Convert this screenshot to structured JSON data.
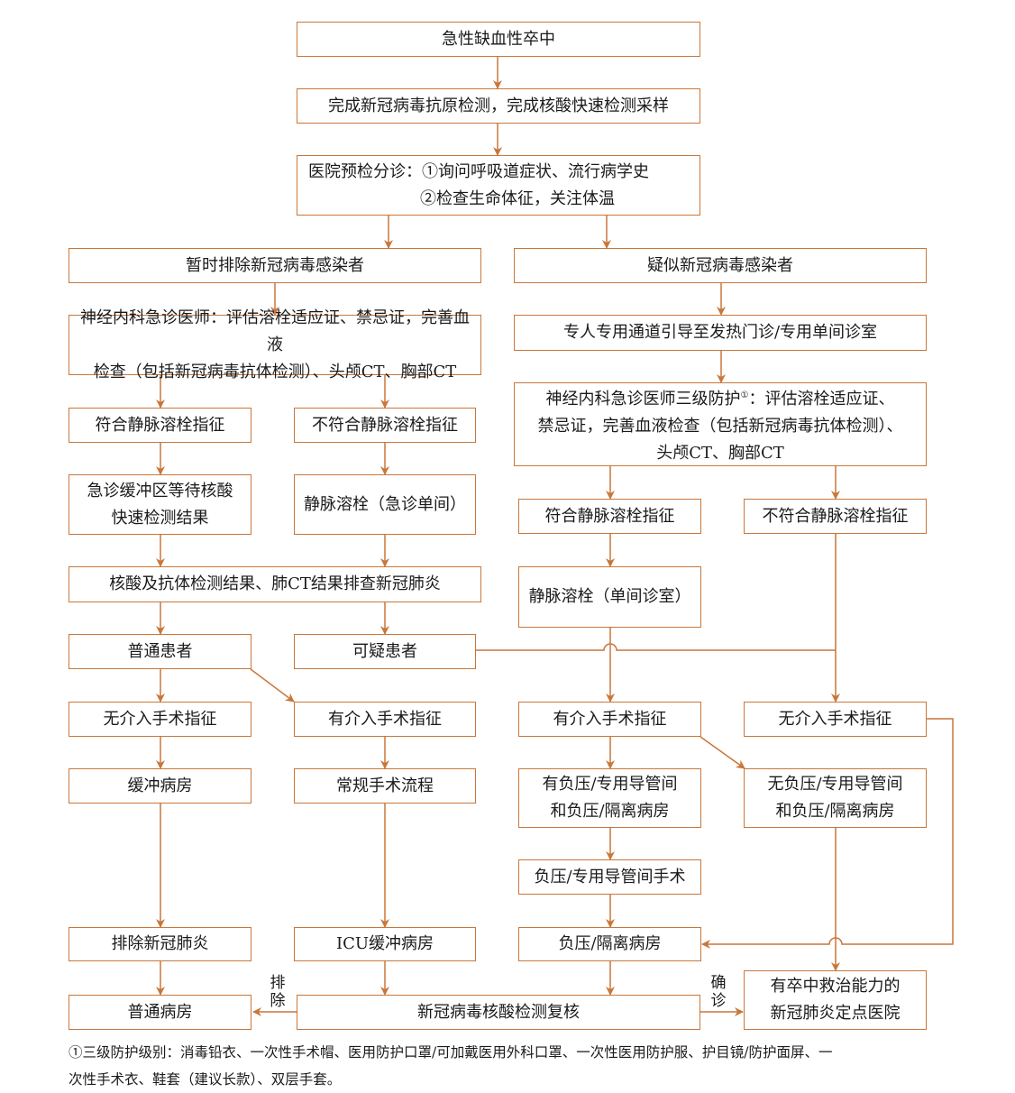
{
  "nodes": {
    "stroke": "急性缺血性卒中",
    "covid_test": "完成新冠病毒抗原检测，完成核酸快速检测采样",
    "triage": {
      "line1": "医院预检分诊：①询问呼吸道症状、流行病学史",
      "line2": "②检查生命体征，关注体温"
    },
    "excluded": "暂时排除新冠病毒感染者",
    "suspected": "疑似新冠病毒感染者",
    "neuro_eval": {
      "line1": "神经内科急诊医师：评估溶栓适应证、禁忌证，完善血液",
      "line2": "检查（包括新冠病毒抗体检测）、头颅CT、胸部CT"
    },
    "dedicated_channel": "专人专用通道引导至发热门诊/专用单间诊室",
    "meet_ivt_a": "符合静脉溶栓指征",
    "not_meet_ivt_a": "不符合静脉溶栓指征",
    "neuro_eval_l3": {
      "line1a": "神经内科急诊医师三级防护",
      "sup": "①",
      "line1b": "：评估溶栓适应证、",
      "line2": "禁忌证，完善血液检查（包括新冠病毒抗体检测）、",
      "line3": "头颅CT、胸部CT"
    },
    "buffer_wait": {
      "line1": "急诊缓冲区等待核酸",
      "line2": "快速检测结果"
    },
    "ivt_er_single": "静脉溶栓（急诊单间）",
    "meet_ivt_b": "符合静脉溶栓指征",
    "not_meet_ivt_b": "不符合静脉溶栓指征",
    "screening_results": "核酸及抗体检测结果、肺CT结果排查新冠肺炎",
    "ivt_single_room": "静脉溶栓（单间诊室）",
    "ordinary_patient": "普通患者",
    "suspect_patient": "可疑患者",
    "no_interv_a": "无介入手术指征",
    "interv_a": "有介入手术指征",
    "interv_b": "有介入手术指征",
    "no_interv_b": "无介入手术指征",
    "buffer_ward": "缓冲病房",
    "routine_surgery": "常规手术流程",
    "neg_pressure_cath_yes": {
      "line1": "有负压/专用导管间",
      "line2": "和负压/隔离病房"
    },
    "neg_pressure_cath_no": {
      "line1": "无负压/专用导管间",
      "line2": "和负压/隔离病房"
    },
    "neg_pressure_surgery": "负压/专用导管间手术",
    "exclude_pneumonia": "排除新冠肺炎",
    "icu_buffer": "ICU缓冲病房",
    "neg_pressure_ward": "负压/隔离病房",
    "designated_hospital": {
      "line1": "有卒中救治能力的",
      "line2": "新冠肺炎定点医院"
    },
    "general_ward": "普通病房",
    "nucleic_recheck": "新冠病毒核酸检测复核"
  },
  "edge_labels": {
    "exclude": [
      "排",
      "除"
    ],
    "confirm": [
      "确",
      "诊"
    ]
  },
  "footnote": {
    "line1": "①三级防护级别：消毒铅衣、一次性手术帽、医用防护口罩/可加戴医用外科口罩、一次性医用防护服、护目镜/防护面屏、一",
    "line2": "次性手术衣、鞋套（建议长款）、双层手套。"
  },
  "colors": {
    "stroke": "#c8773a",
    "text": "#1a1a1a"
  }
}
